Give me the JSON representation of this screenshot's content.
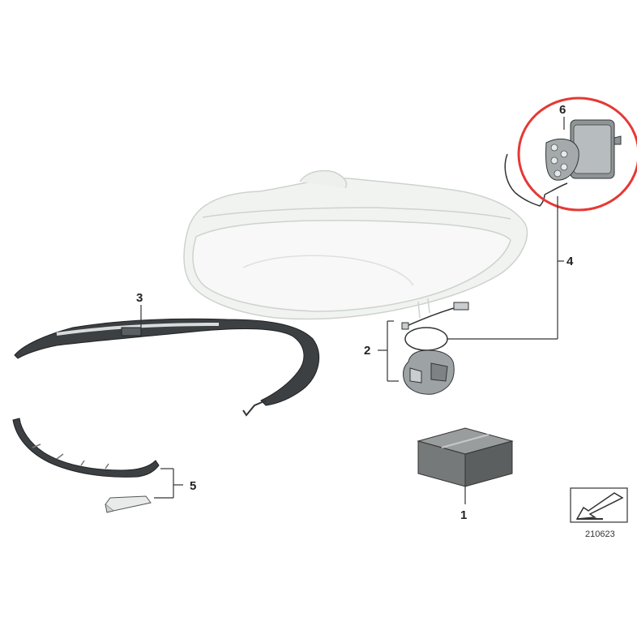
{
  "callouts": {
    "c1": "1",
    "c2": "2",
    "c3": "3",
    "c4": "4",
    "c5": "5",
    "c6": "6"
  },
  "reference_number": "210623",
  "highlight_color": "#e53935",
  "icons": {
    "orientation": "arrow-direction-icon"
  }
}
